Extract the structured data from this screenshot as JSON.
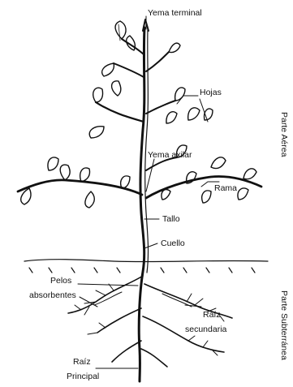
{
  "labels": {
    "yema_terminal": "Yema terminal",
    "hojas": "Hojas",
    "yema_axilar": "Yema axilar",
    "rama": "Rama",
    "tallo": "Tallo",
    "cuello": "Cuello",
    "pelos_absorbentes_1": "Pelos",
    "pelos_absorbentes_2": "absorbentes",
    "raiz_secundaria_1": "Raíz",
    "raiz_secundaria_2": "secundaria",
    "raiz_principal_1": "Raíz",
    "raiz_principal_2": "Principal"
  },
  "regions": {
    "aerea": "Parte Aérea",
    "subterranea": "Parte Subterránea"
  }
}
